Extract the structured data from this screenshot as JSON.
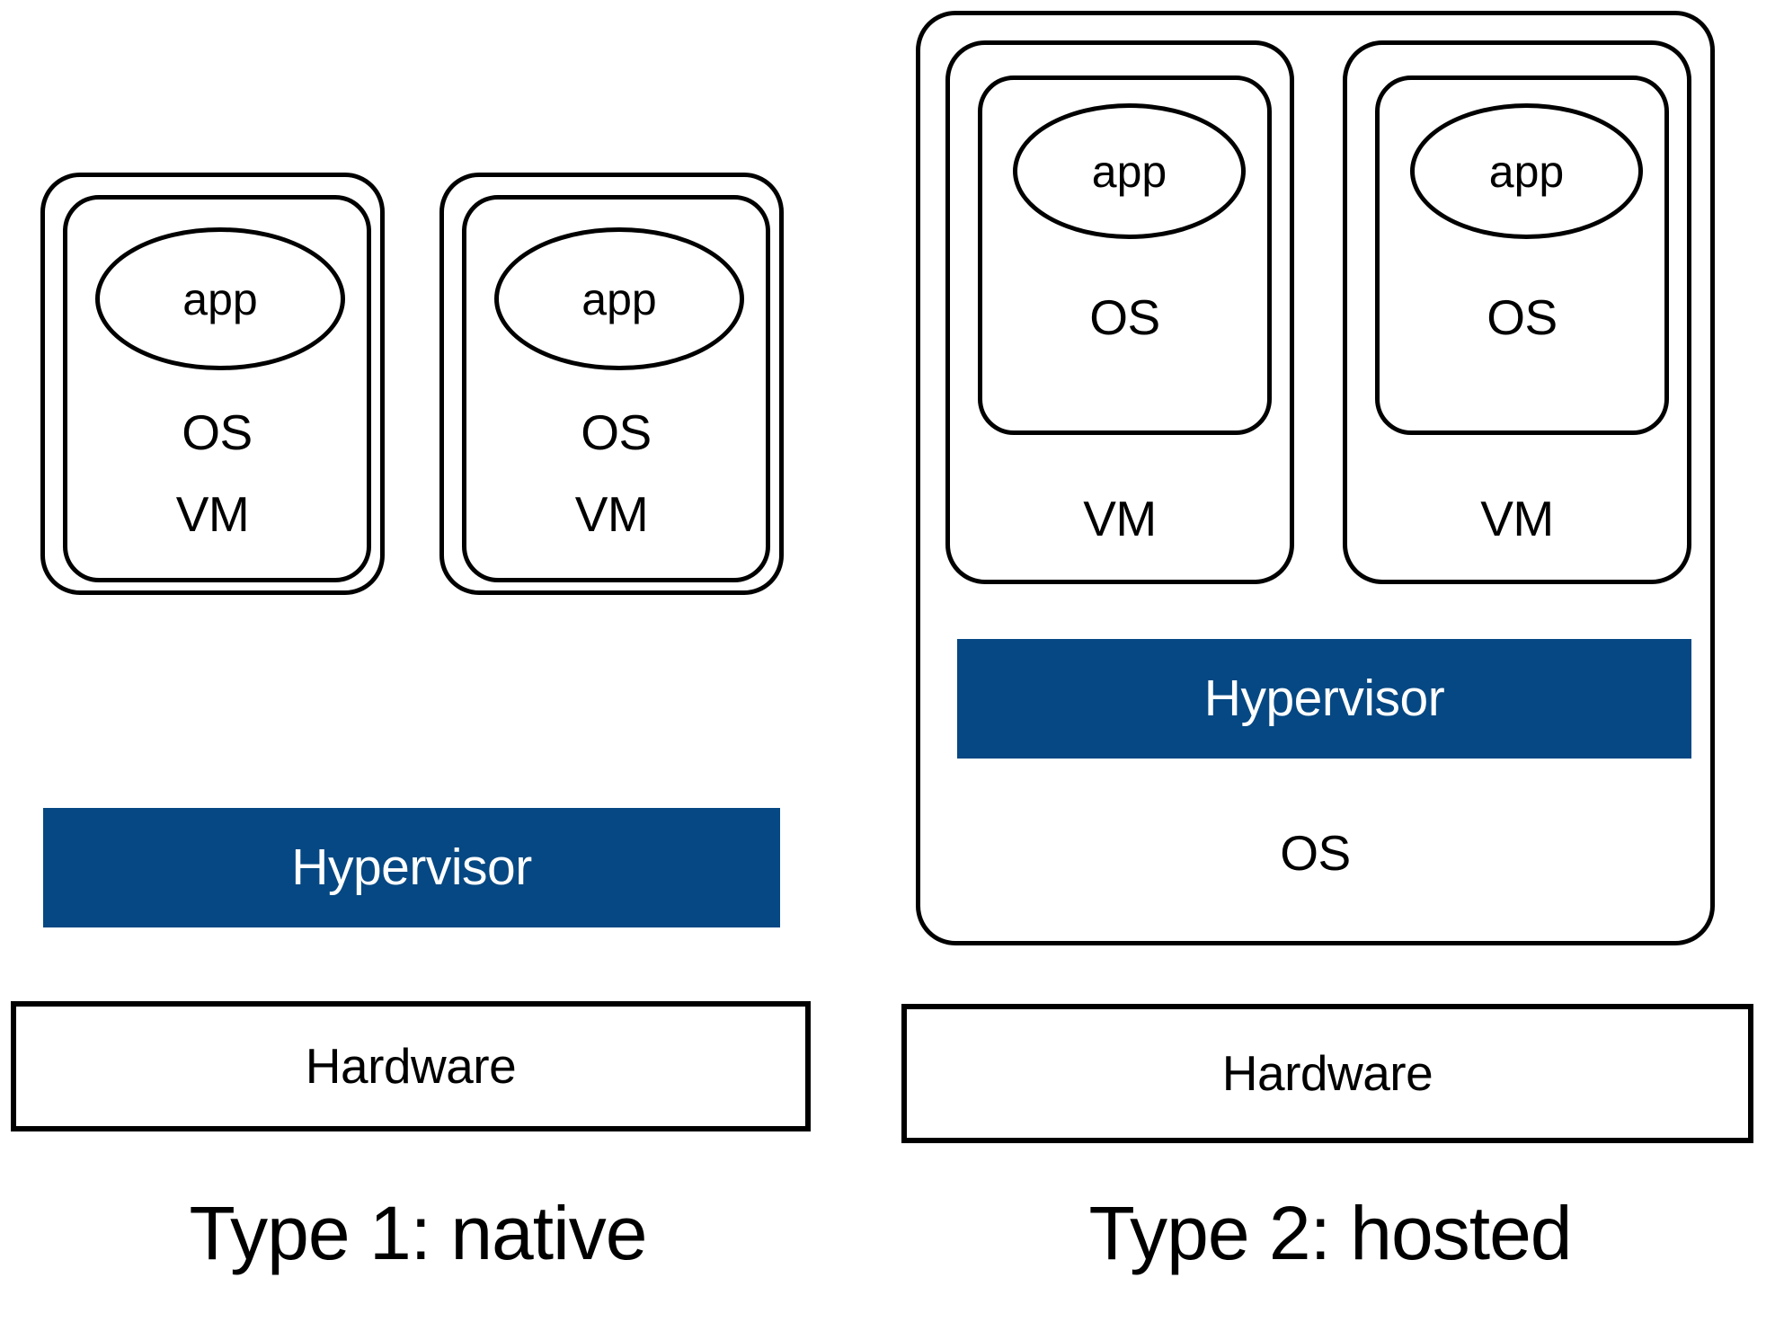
{
  "diagram": {
    "title_semantic": "hypervisor-type-1-vs-type-2-architecture",
    "accent_color": "#054883",
    "line_color": "#000000",
    "background_color": "#ffffff"
  },
  "panels": [
    {
      "id": "type1",
      "caption": "Type 1: native",
      "vms": [
        {
          "vm_label": "VM",
          "os_label": "OS",
          "app_label": "app"
        },
        {
          "vm_label": "VM",
          "os_label": "OS",
          "app_label": "app"
        }
      ],
      "hypervisor_label": "Hypervisor",
      "hardware_label": "Hardware"
    },
    {
      "id": "type2",
      "caption": "Type 2: hosted",
      "host_os_label": "OS",
      "vms": [
        {
          "vm_label": "VM",
          "os_label": "OS",
          "app_label": "app"
        },
        {
          "vm_label": "VM",
          "os_label": "OS",
          "app_label": "app"
        }
      ],
      "hypervisor_label": "Hypervisor",
      "hardware_label": "Hardware"
    }
  ]
}
